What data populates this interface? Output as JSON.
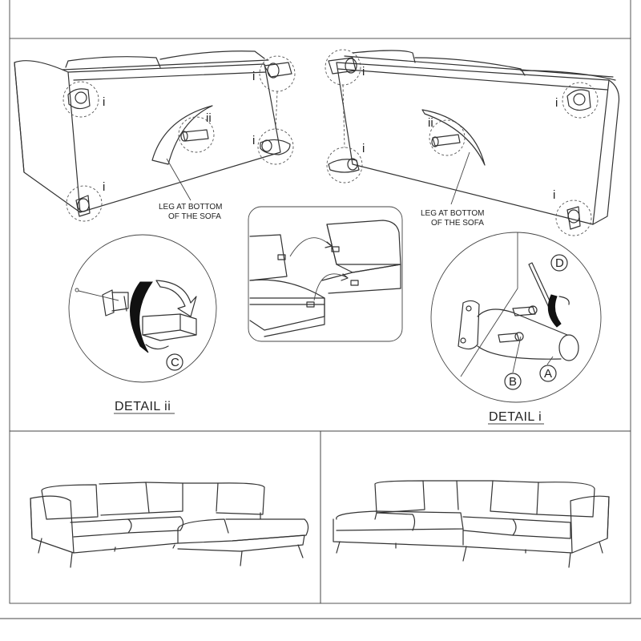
{
  "labels": {
    "i": "i",
    "ii": "ii",
    "leg_line1": "LEG AT BOTTOM",
    "leg_line2": "OF THE SOFA",
    "detail_ii": "DETAIL ii",
    "detail_i": "DETAIL i",
    "part_a": "A",
    "part_b": "B",
    "part_c": "C",
    "part_d": "D"
  },
  "colors": {
    "line": "#333333",
    "background": "#ffffff",
    "accent": "#111111"
  }
}
